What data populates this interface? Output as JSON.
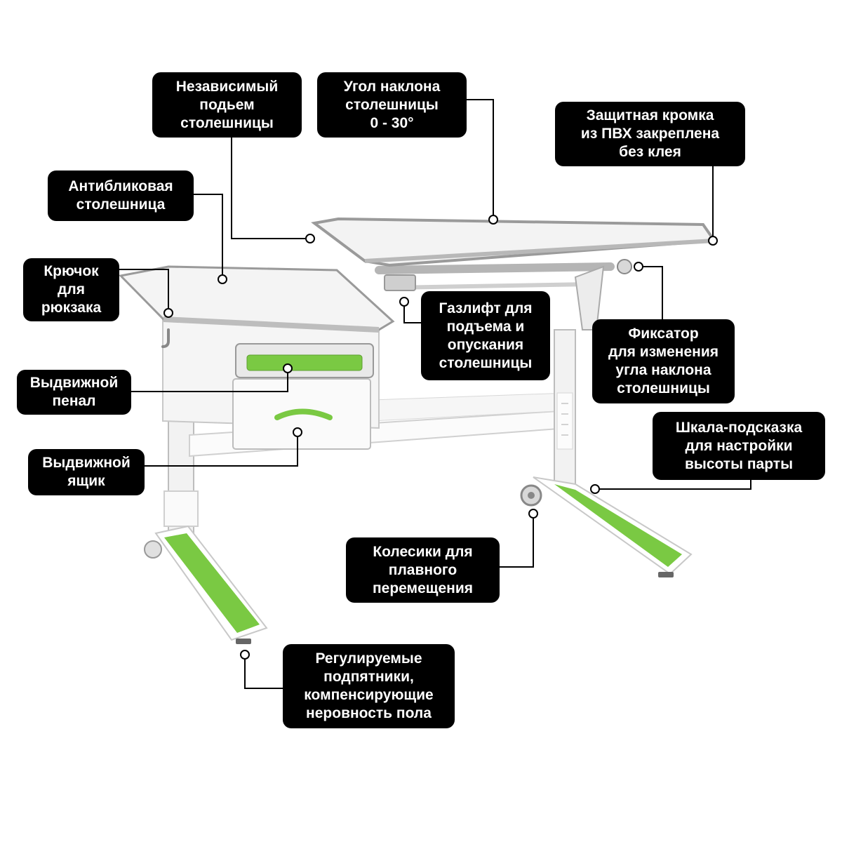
{
  "callouts": {
    "independent_lift": "Независимый\nподьем\nстолешницы",
    "tilt_angle": "Угол наклона\nстолешницы\n0 - 30°",
    "pvc_edge": "Защитная кромка\nиз ПВХ закреплена\nбез клея",
    "anti_glare": "Антибликовая\nстолешница",
    "backpack_hook": "Крючок\nдля\nрюкзака",
    "gas_lift": "Газлифт для\nподъема и\nопускания\nстолешницы",
    "tilt_lock": "Фиксатор\nдля изменения\nугла наклона\nстолешницы",
    "pencil_drawer": "Выдвижной\nпенал",
    "drawer": "Выдвижной\nящик",
    "height_scale": "Шкала-подсказка\nдля настройки\nвысоты парты",
    "wheels": "Колесики для\nплавного\nперемещения",
    "adjustable_feet": "Регулируемые\nподпятники,\nкомпенсирующие\nнеровность пола"
  },
  "colors": {
    "accent_green": "#7ac943",
    "desk_white": "#f4f4f4",
    "desk_gray": "#9a9a9a",
    "callout_bg": "#000000"
  }
}
